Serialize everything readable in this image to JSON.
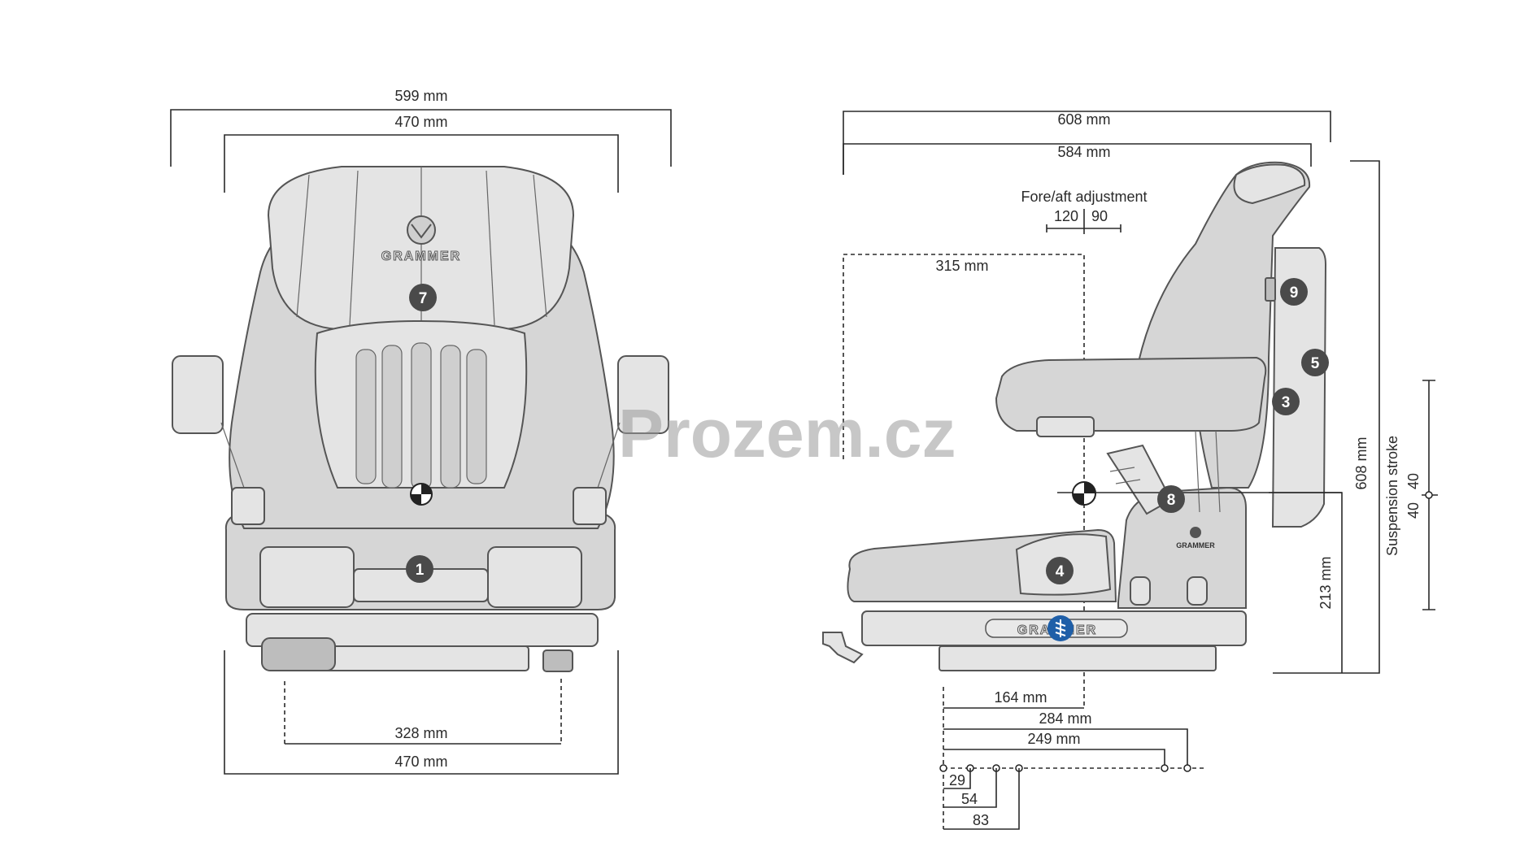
{
  "dimensions": {
    "front_outer_width": "599 mm",
    "front_back_width": "470 mm",
    "front_mount_spacing": "328 mm",
    "front_base_width": "470 mm",
    "side_total_depth": "608 mm",
    "side_seat_depth": "584 mm",
    "side_315": "315 mm",
    "side_164": "164 mm",
    "side_284": "284 mm",
    "side_249": "249 mm",
    "side_29": "29",
    "side_54": "54",
    "side_83": "83",
    "side_height": "608 mm",
    "side_213": "213 mm"
  },
  "fore_aft": {
    "title": "Fore/aft adjustment",
    "rear": "120",
    "front": "90"
  },
  "suspension": {
    "title": "Suspension stroke",
    "up": "40",
    "down": "40"
  },
  "callouts": {
    "c1": "1",
    "c3": "3",
    "c4": "4",
    "c5": "5",
    "c7": "7",
    "c8": "8",
    "c9": "9"
  },
  "brand": {
    "logo_front": "GRAMMER",
    "logo_base": "GRAMMER",
    "logo_small": "GRAMMER"
  },
  "watermark": "Prozem.cz"
}
